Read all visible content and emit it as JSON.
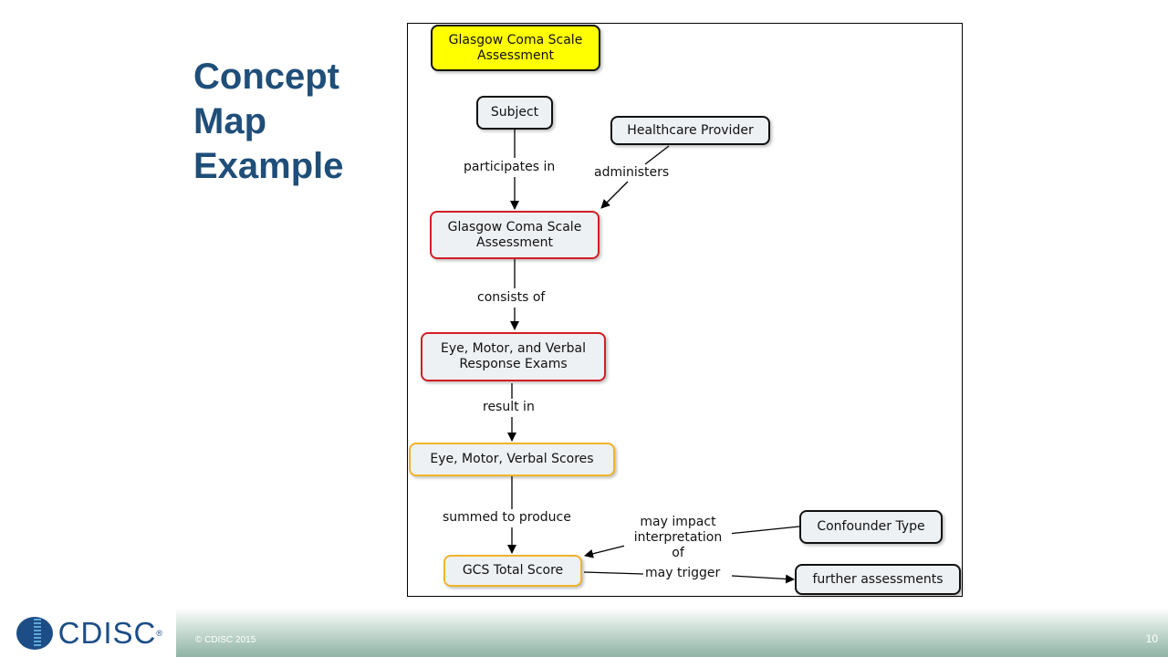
{
  "slide": {
    "title": "Concept Map Example"
  },
  "concept_map": {
    "nodes": {
      "title_node": "Glasgow Coma Scale Assessment",
      "subject": "Subject",
      "healthcare_provider": "Healthcare Provider",
      "gcs_assessment": "Glasgow Coma Scale Assessment",
      "exams": "Eye, Motor, and Verbal Response Exams",
      "scores": "Eye, Motor, Verbal Scores",
      "total_score": "GCS Total Score",
      "confounder": "Confounder Type",
      "further": "further assessments"
    },
    "links": {
      "participates_in": "participates in",
      "administers": "administers",
      "consists_of": "consists of",
      "result_in": "result in",
      "summed_to_produce": "summed to produce",
      "may_impact": "may impact interpretation of",
      "may_trigger": "may trigger"
    },
    "colors": {
      "title_fill": "#ffff00",
      "red_outline": "#d21f26",
      "gold_outline": "#f0b429",
      "node_fill": "#eef1f4",
      "title_text": "#1f4e79"
    }
  },
  "footer": {
    "logo_text": "CDISC",
    "logo_mark": "®",
    "copyright": "© CDISC 2015",
    "page_number": "10"
  }
}
